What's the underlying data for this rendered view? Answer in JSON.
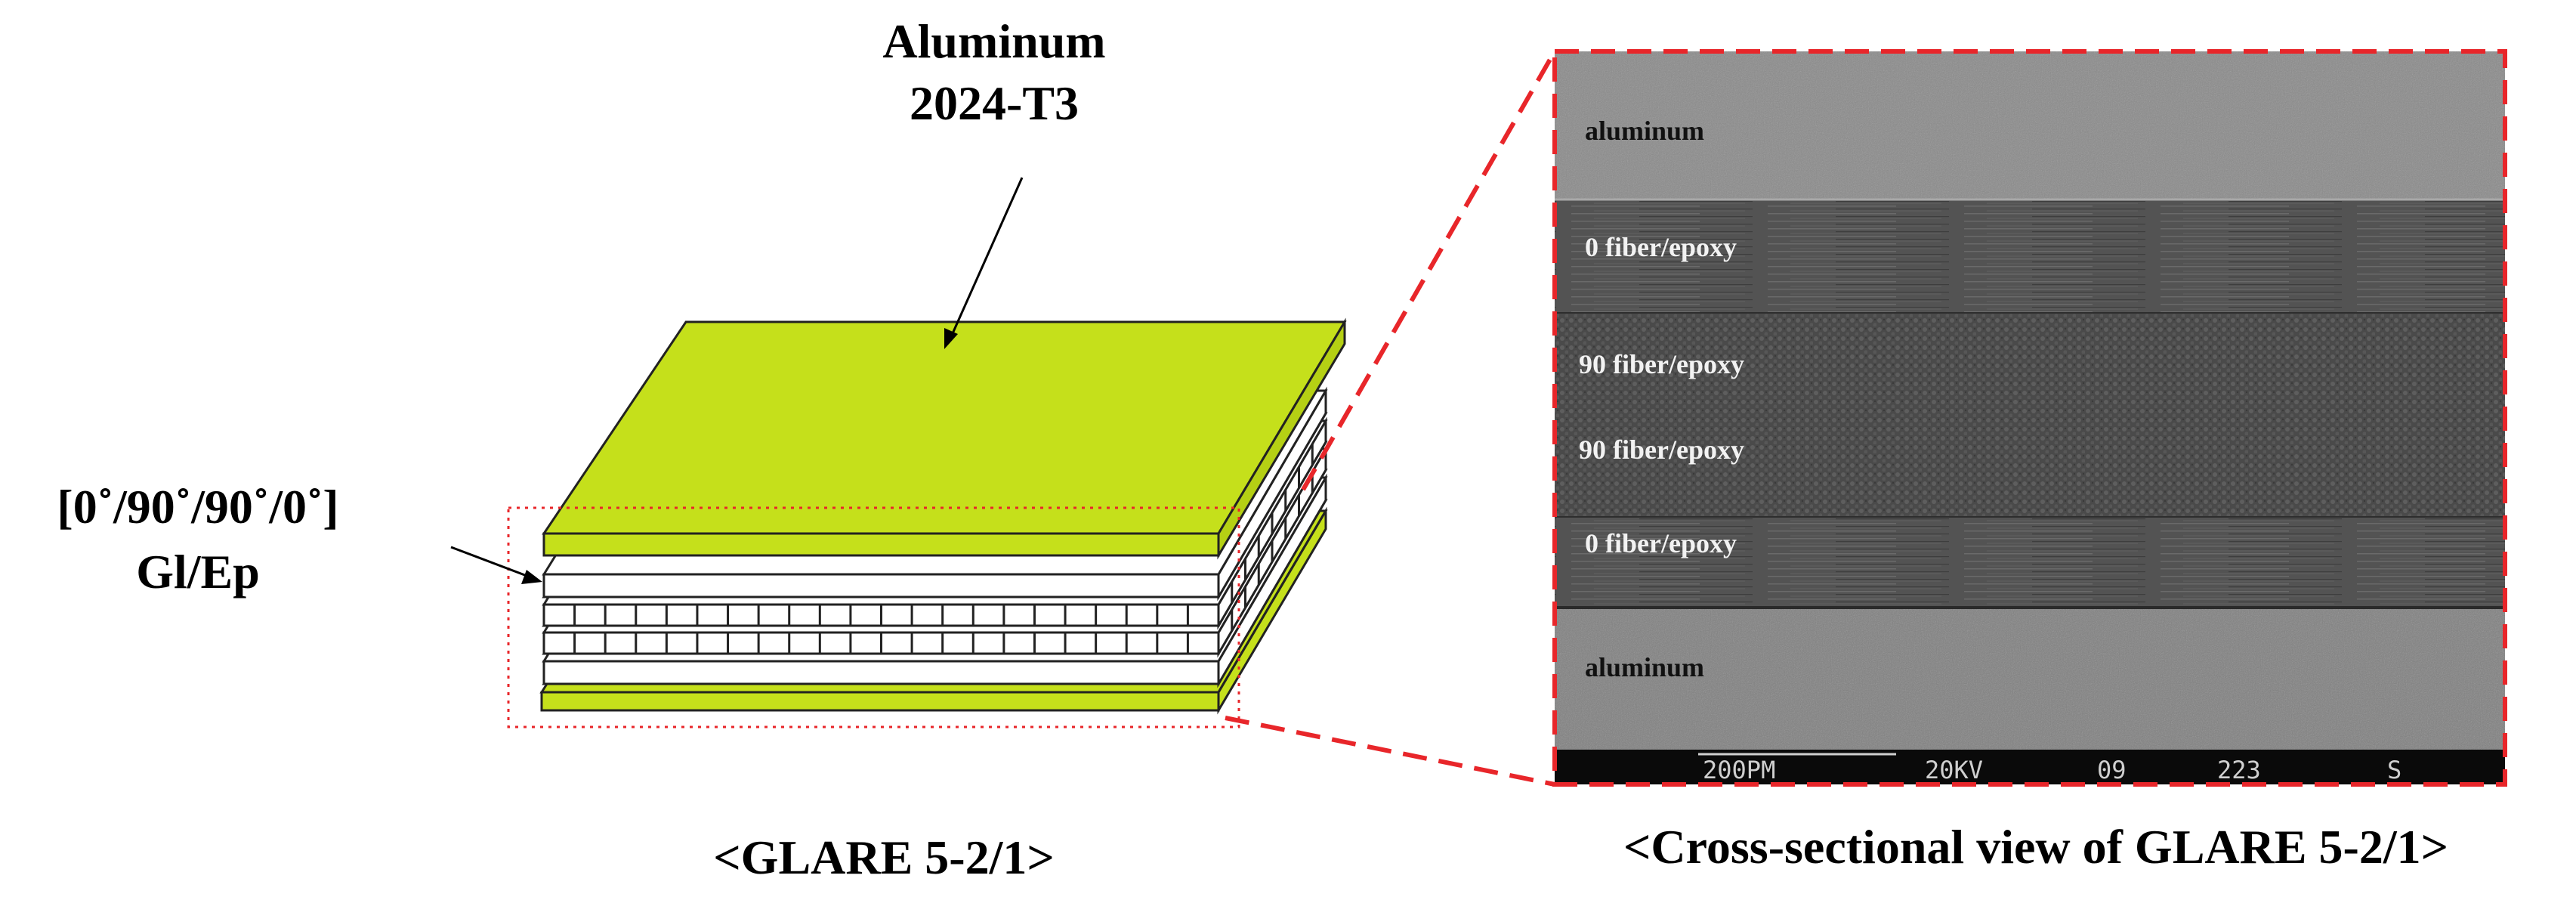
{
  "labels": {
    "aluminum_line1": "Aluminum",
    "aluminum_line2": "2024-T3",
    "layup_line1": "[0˚/90˚/90˚/0˚]",
    "layup_line2": "Gl/Ep",
    "caption_left": "<GLARE 5-2/1>",
    "caption_right": "<Cross-sectional view of GLARE 5-2/1>"
  },
  "sem": {
    "layers": [
      {
        "label": "aluminum"
      },
      {
        "label": "0 fiber/epoxy"
      },
      {
        "label": "90 fiber/epoxy"
      },
      {
        "label": "90 fiber/epoxy"
      },
      {
        "label": "0 fiber/epoxy"
      },
      {
        "label": "aluminum"
      }
    ],
    "scalebar": [
      "200PM",
      "20KV",
      "09",
      "223",
      "S"
    ]
  },
  "colors": {
    "aluminum_sheet": "#c5e01b",
    "aluminum_edge": "#9fb812",
    "ply_edge": "#6e6e6e",
    "zoom_lines": "#e8262a",
    "sem_metal": "#848484",
    "sem_composite": "#4e4e4e",
    "sem_scalebar": "#0a0a0a"
  }
}
